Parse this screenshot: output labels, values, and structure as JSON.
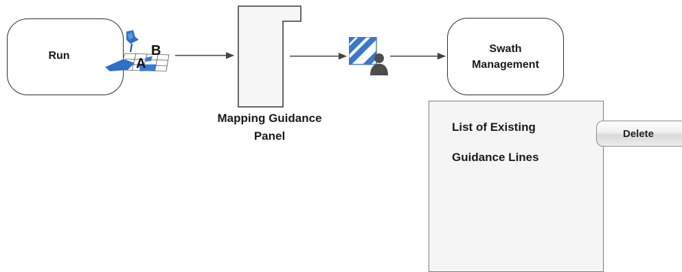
{
  "run": {
    "label": "Run"
  },
  "ab_icon": {
    "icon": "ab-line-icon",
    "letter_a": "A",
    "letter_b": "B",
    "color": "#2f6fc9"
  },
  "mapping_guidance_panel": {
    "caption": "Mapping Guidance\nPanel"
  },
  "swath_icon": {
    "icon": "swath-user-icon",
    "color": "#3a78c8"
  },
  "swath_management": {
    "label": "Swath\nManagement"
  },
  "existing_lines_panel": {
    "title": "List of Existing\nGuidance Lines"
  },
  "delete_button": {
    "label": "Delete"
  },
  "colors": {
    "stroke": "#2b2b2b",
    "arrow": "#444444",
    "panel_fill": "#f5f5f5"
  }
}
